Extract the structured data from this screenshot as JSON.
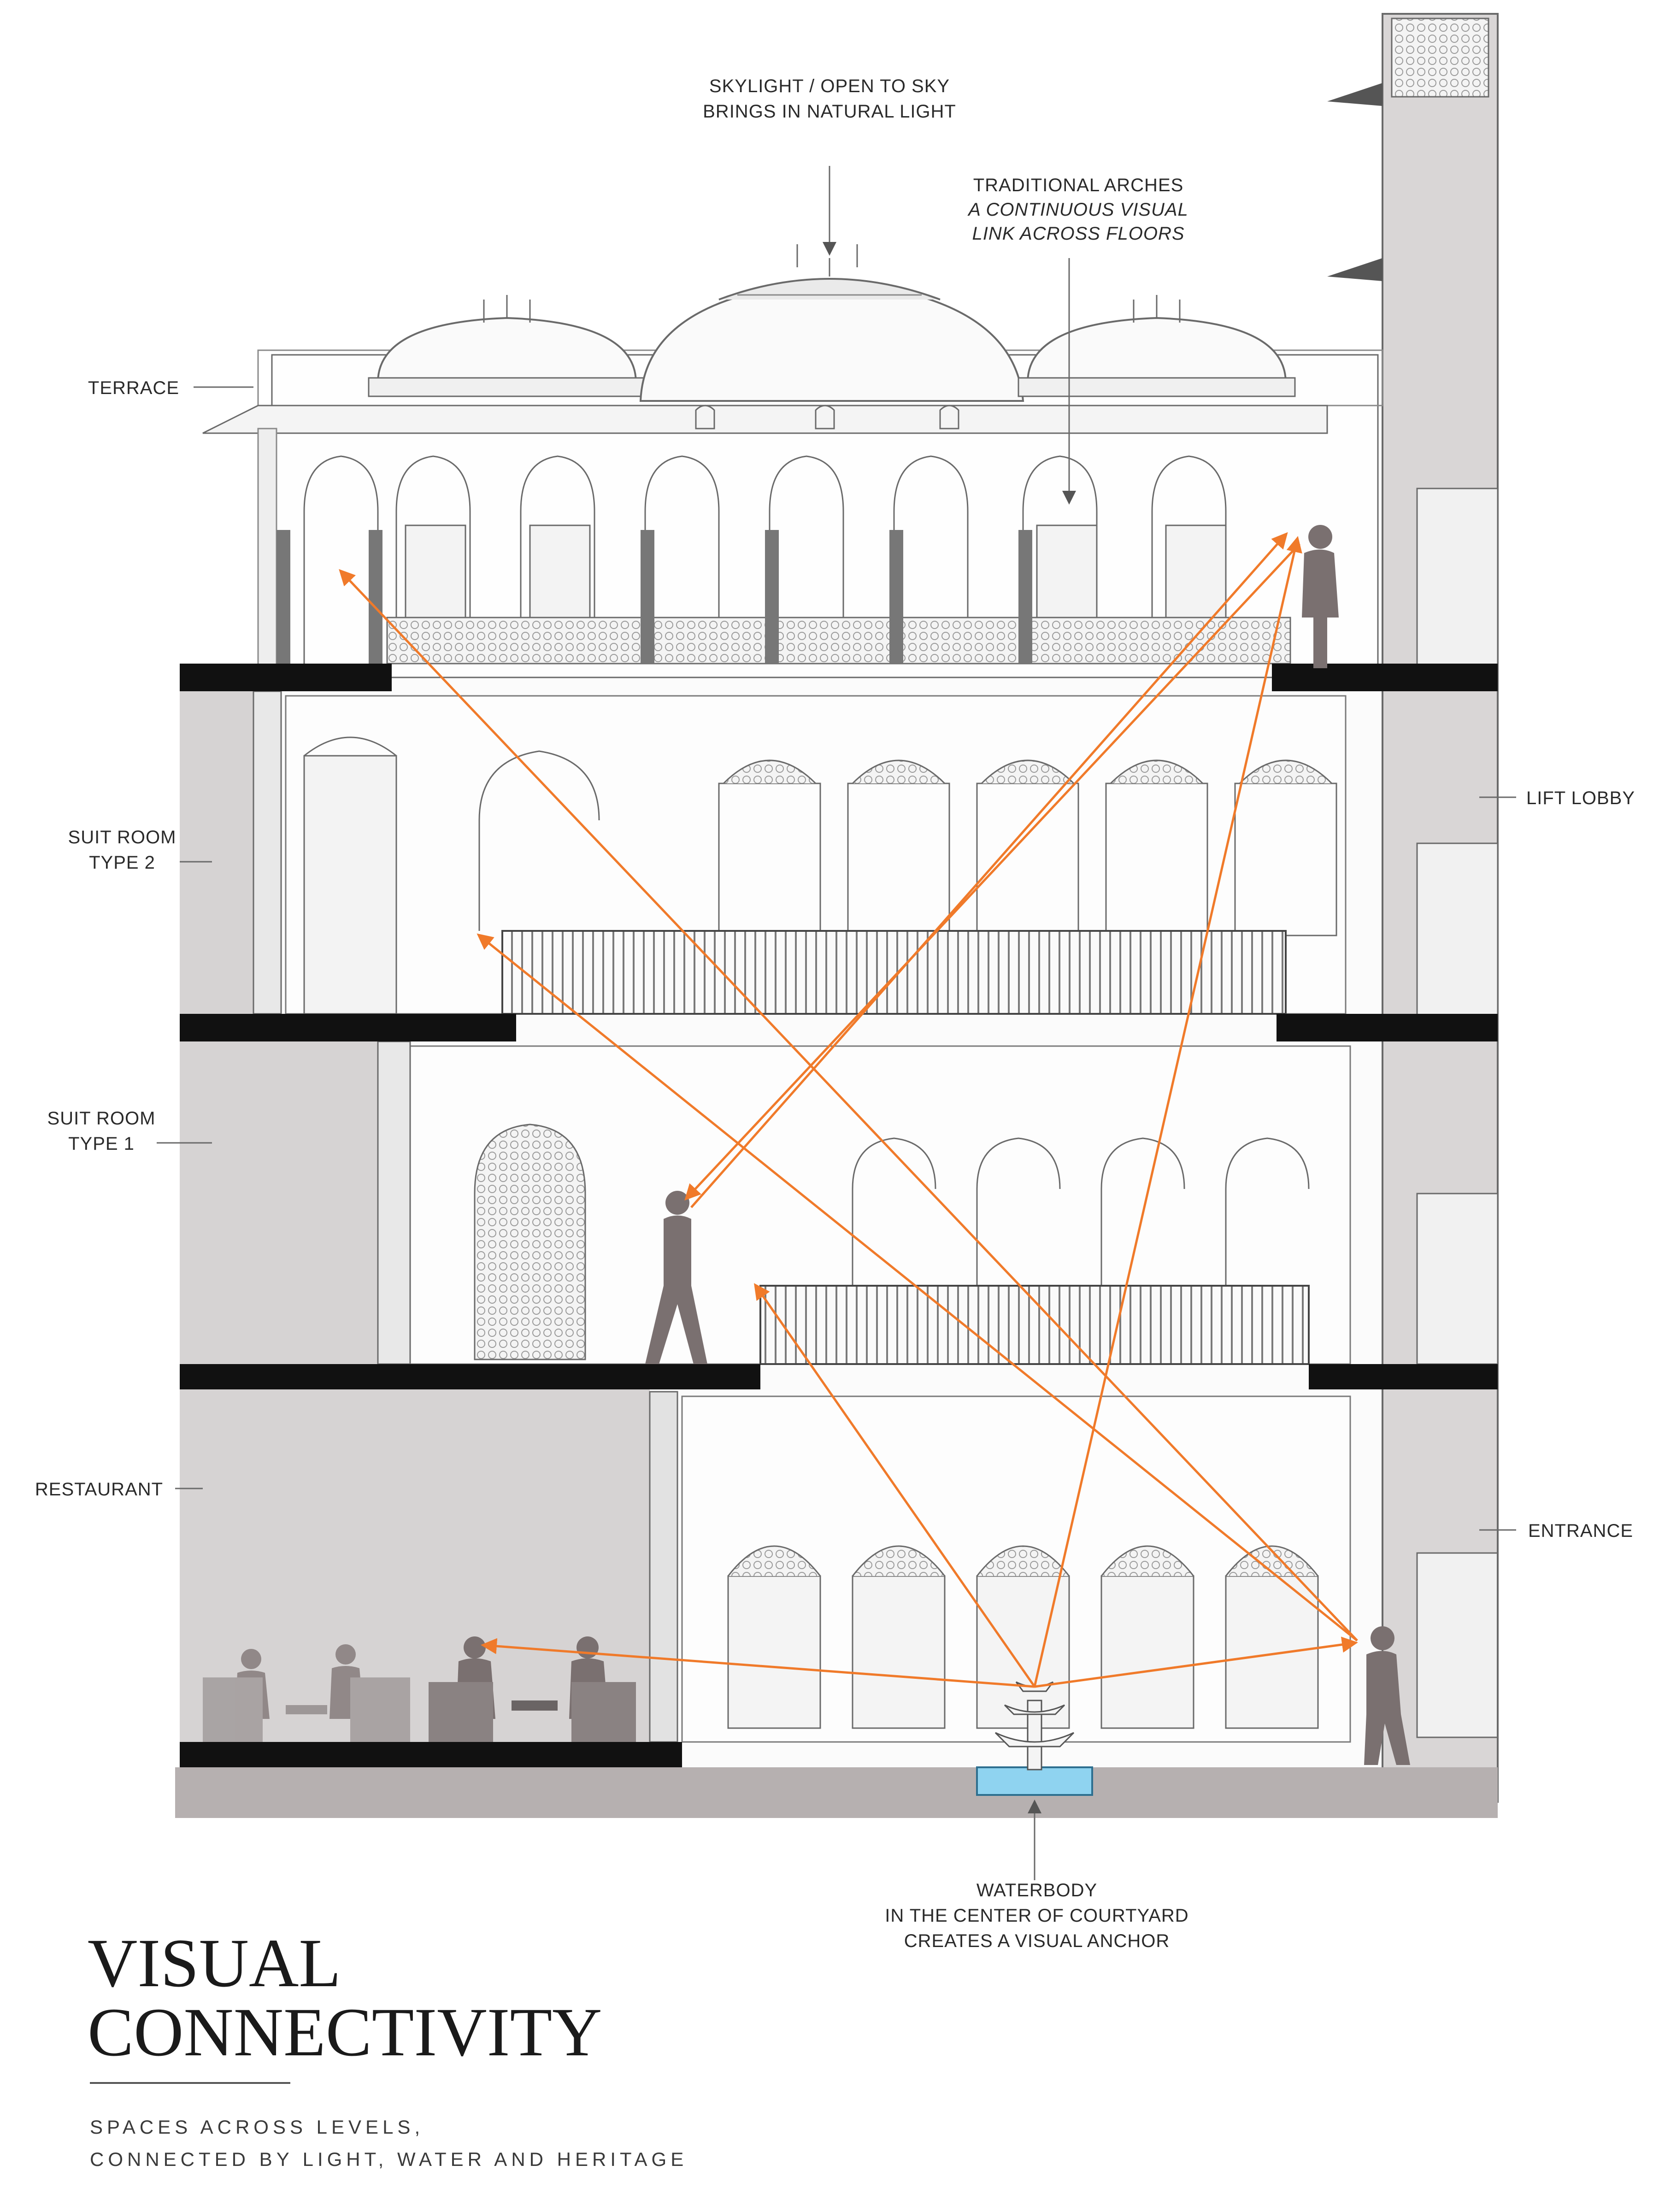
{
  "title": {
    "line1": "VISUAL",
    "line2": "CONNECTIVITY"
  },
  "subtitle": {
    "line1": "SPACES ACROSS LEVELS,",
    "line2": "CONNECTED BY LIGHT, WATER AND HERITAGE"
  },
  "labels": {
    "skylight_1": "SKYLIGHT / OPEN TO SKY",
    "skylight_2": "BRINGS IN NATURAL LIGHT",
    "arches_1": "TRADITIONAL ARCHES",
    "arches_2": "A CONTINUOUS VISUAL",
    "arches_3": "LINK ACROSS FLOORS",
    "terrace": "TERRACE",
    "suit2_1": "SUIT ROOM",
    "suit2_2": "TYPE 2",
    "suit1_1": "SUIT ROOM",
    "suit1_2": "TYPE 1",
    "restaurant": "RESTAURANT",
    "lift_lobby": "LIFT LOBBY",
    "entrance": "ENTRANCE",
    "water_1": "WATERBODY",
    "water_2": "IN THE CENTER OF COURTYARD",
    "water_3": "CREATES A VISUAL ANCHOR"
  },
  "colors": {
    "sightline": "#f07a2a",
    "slab": "#111111",
    "wall": "#d6d3d3",
    "figure": "#7a7070",
    "water": "#8fd3f0"
  },
  "icons": [
    "person-silhouette-icon",
    "fountain-icon",
    "sightline-arrow-icon"
  ]
}
